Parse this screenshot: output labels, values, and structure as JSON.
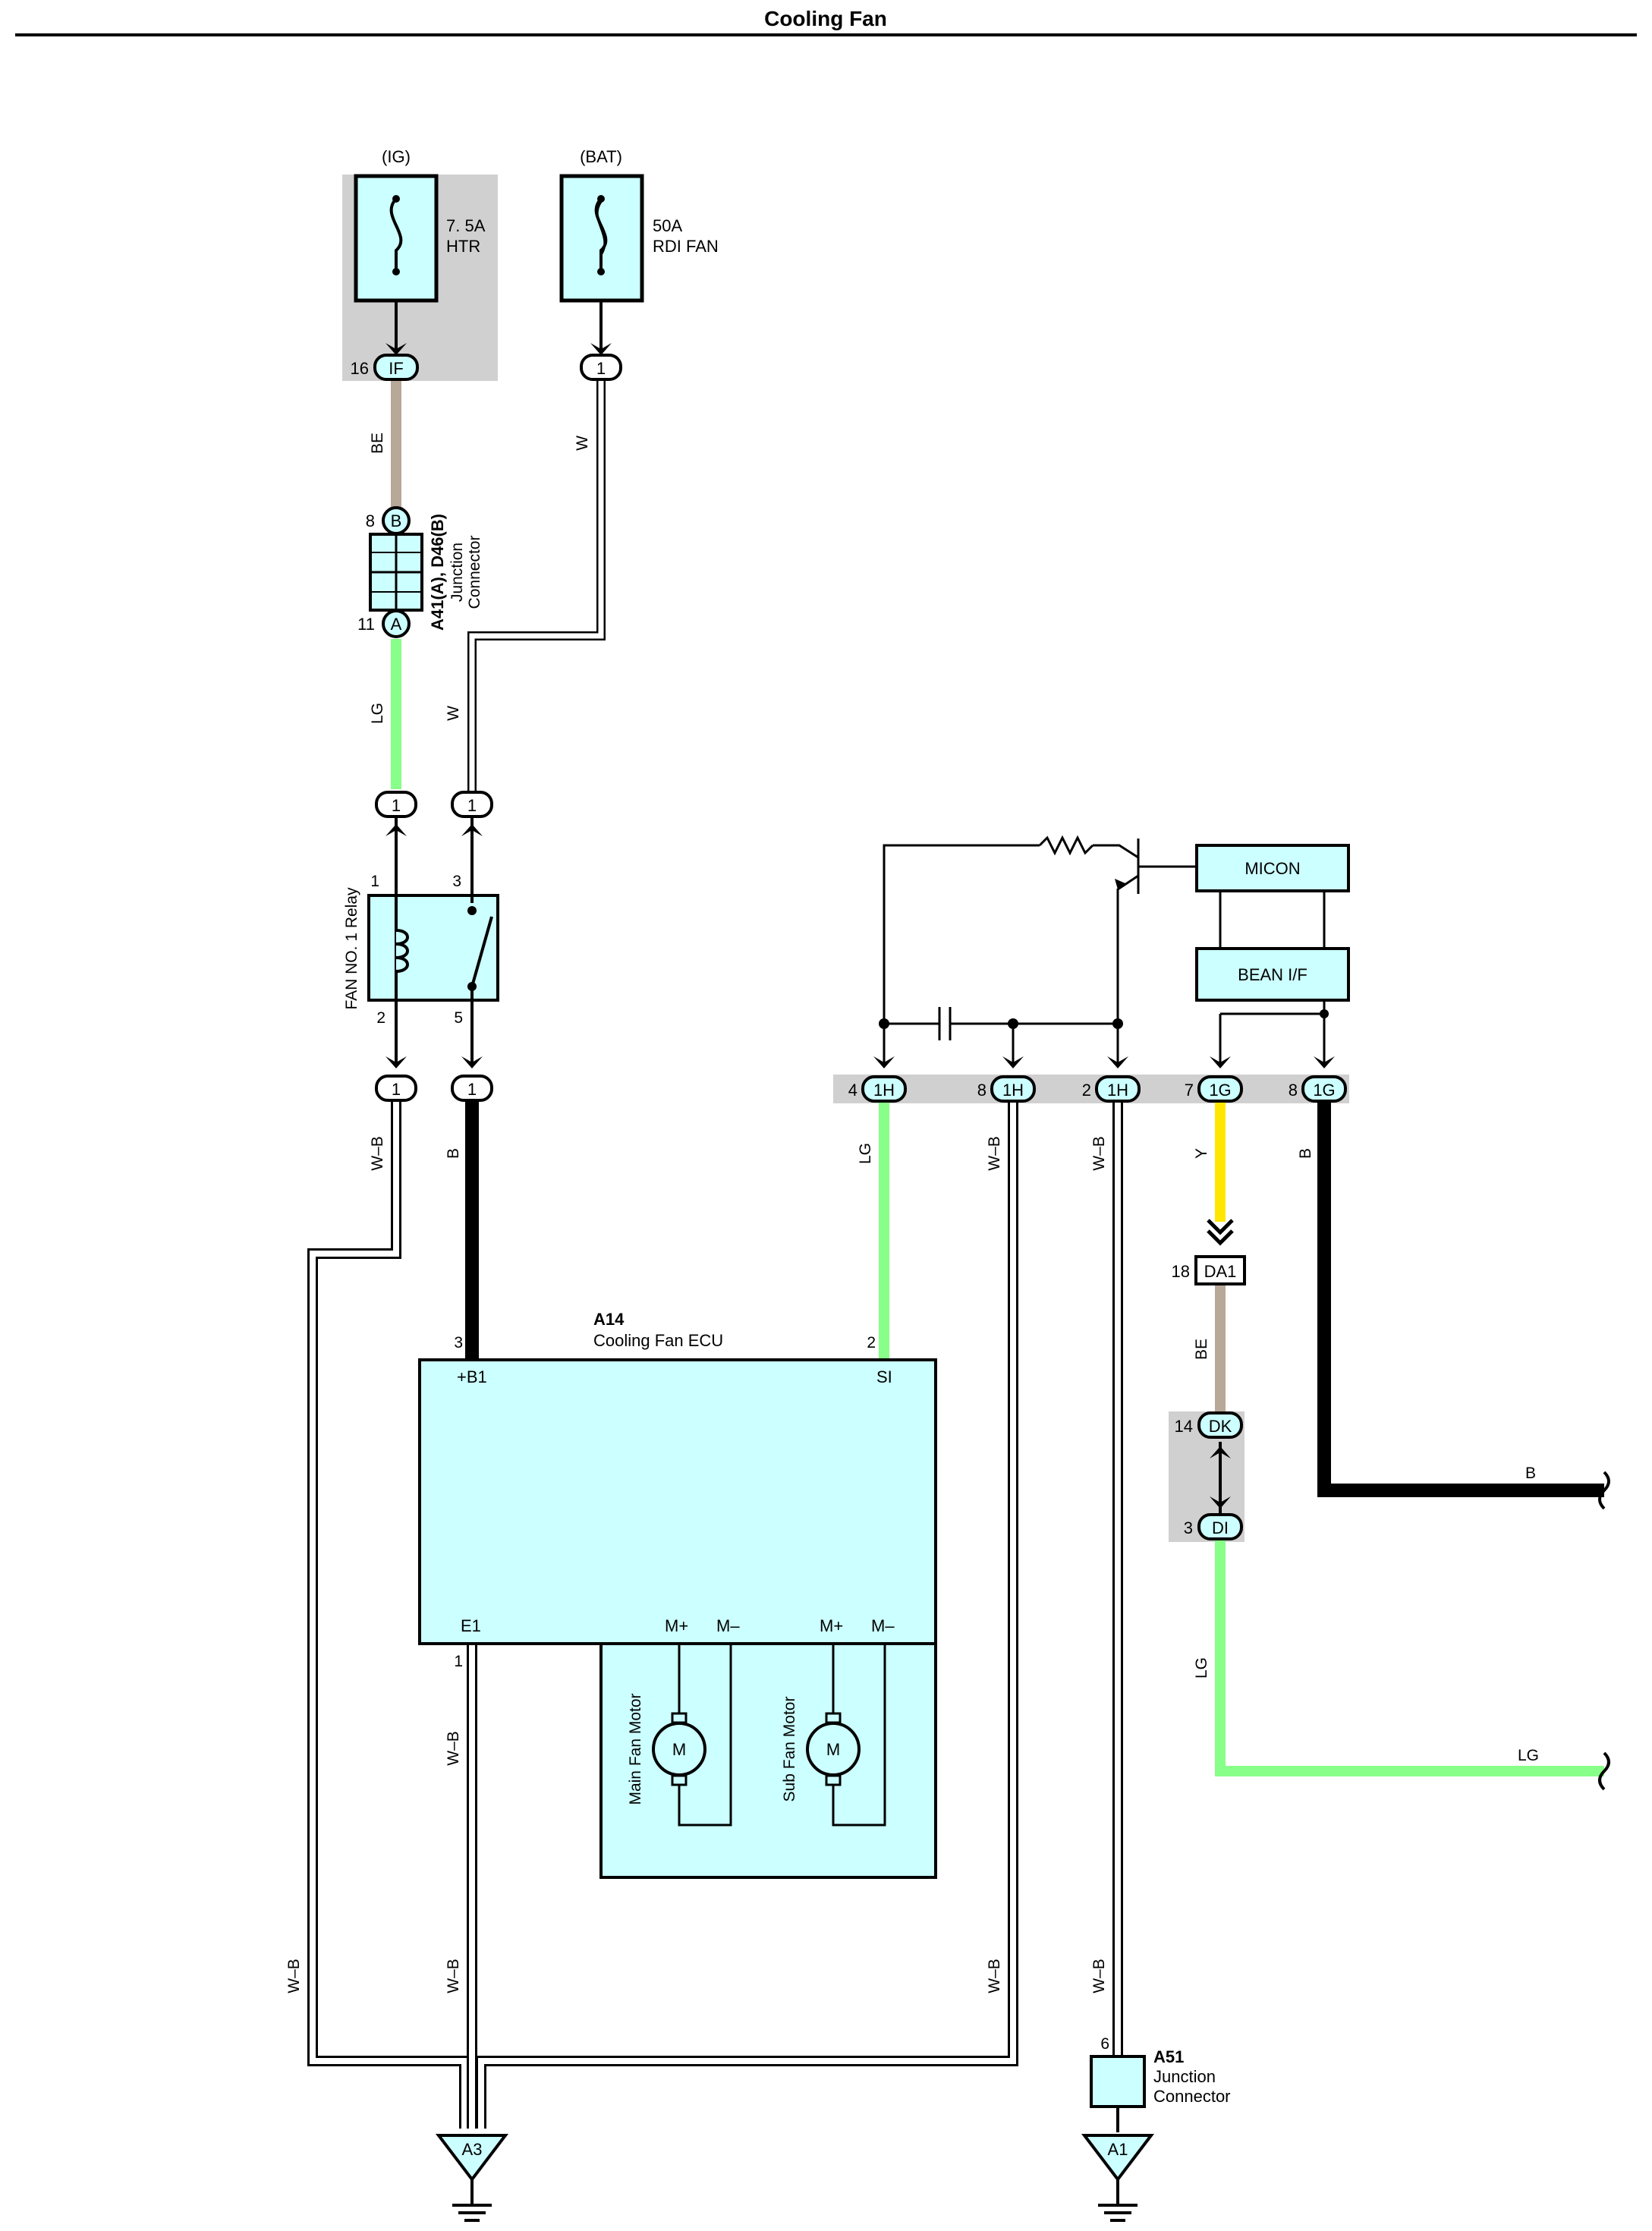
{
  "title": "Cooling Fan",
  "colors": {
    "wire_BE": "#b8a898",
    "wire_LG": "#88ff88",
    "wire_Y": "#ffe600",
    "wire_B": "#000000",
    "component_fill": "#ccffff",
    "connector_band": "#d0d0d0"
  },
  "power_sources": {
    "ig_label": "(IG)",
    "bat_label": "(BAT)"
  },
  "fuses": {
    "htr": {
      "rating": "7. 5A",
      "name": "HTR"
    },
    "rdi": {
      "rating": "50A",
      "name": "RDI FAN"
    }
  },
  "connectors": {
    "if": {
      "id": "IF",
      "pin": "16"
    },
    "bat_out": {
      "id": "1"
    },
    "jc_b": {
      "id": "B",
      "pin": "8"
    },
    "jc_a": {
      "id": "A",
      "pin": "11"
    },
    "relay_in_1": {
      "id": "1"
    },
    "relay_in_2": {
      "id": "1"
    },
    "relay_out_1": {
      "id": "1"
    },
    "relay_out_2": {
      "id": "1"
    },
    "h4": {
      "id": "1H",
      "pin": "4"
    },
    "h8": {
      "id": "1H",
      "pin": "8"
    },
    "h2": {
      "id": "1H",
      "pin": "2"
    },
    "g7": {
      "id": "1G",
      "pin": "7"
    },
    "g8": {
      "id": "1G",
      "pin": "8"
    },
    "da1": {
      "id": "DA1",
      "pin": "18"
    },
    "dk": {
      "id": "DK",
      "pin": "14"
    },
    "di": {
      "id": "DI",
      "pin": "3"
    }
  },
  "junction_connector_a41": {
    "code": "A41(A), D46(B)",
    "line1": "Junction",
    "line2": "Connector"
  },
  "relay": {
    "name": "FAN NO. 1 Relay",
    "pin1": "1",
    "pin2": "2",
    "pin3": "3",
    "pin5": "5"
  },
  "ecu": {
    "code": "A14",
    "name": "Cooling Fan ECU",
    "pin_b1": "3",
    "label_b1": "+B1",
    "pin_si": "2",
    "label_si": "SI",
    "pin_e1": "1",
    "label_e1": "E1",
    "main_motor": {
      "label": "Main Fan Motor",
      "plus": "M+",
      "minus": "M–",
      "symbol": "M"
    },
    "sub_motor": {
      "label": "Sub Fan Motor",
      "plus": "M+",
      "minus": "M–",
      "symbol": "M"
    }
  },
  "micon": "MICON",
  "bean": "BEAN I/F",
  "a51": {
    "code": "A51",
    "line1": "Junction",
    "line2": "Connector",
    "pin": "6"
  },
  "grounds": {
    "a3": "A3",
    "a1": "A1"
  },
  "wire_labels": {
    "be_top": "BE",
    "w_top": "W",
    "lg_left": "LG",
    "w_mid": "W",
    "wb_relay": "W–B",
    "b_relay": "B",
    "lg_si": "LG",
    "wb_h8": "W–B",
    "wb_h2": "W–B",
    "y_g7": "Y",
    "b_g8": "B",
    "be_da1": "BE",
    "lg_di": "LG",
    "b_right": "B",
    "lg_right": "LG",
    "wb_e1": "W–B",
    "wb_outer_low": "W–B",
    "wb_e1_low": "W–B",
    "wb_h8_low": "W–B",
    "wb_h2_low": "W–B"
  }
}
